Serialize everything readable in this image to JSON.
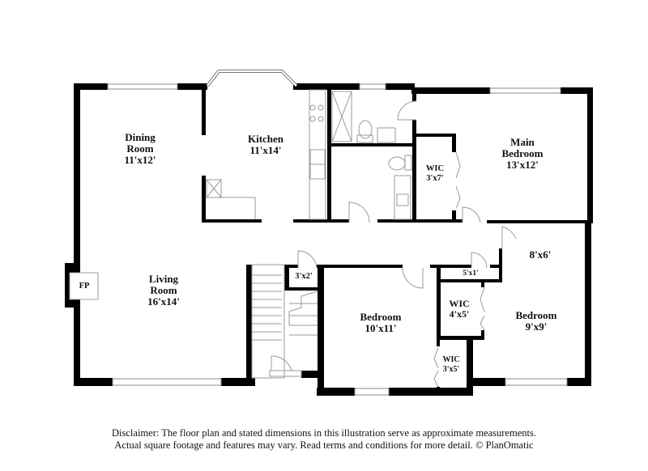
{
  "rooms": {
    "dining": {
      "name": "Dining Room",
      "name1": "Dining",
      "name2": "Room",
      "dims": "11'x12'"
    },
    "kitchen": {
      "name": "Kitchen",
      "dims": "11'x14'"
    },
    "main_bedroom": {
      "name1": "Main",
      "name2": "Bedroom",
      "dims": "13'x12'"
    },
    "wic_main": {
      "name": "WIC",
      "dims": "3'x7'"
    },
    "hall": {
      "dims": "8'x6'"
    },
    "closet_hall": {
      "dims": "5'x1'"
    },
    "closet_stairs": {
      "dims": "3'x2'"
    },
    "living": {
      "name1": "Living",
      "name2": "Room",
      "dims": "16'x14'"
    },
    "fireplace": {
      "name": "FP"
    },
    "bedroom_a": {
      "name": "Bedroom",
      "dims": "10'x11'"
    },
    "wic_b": {
      "name": "WIC",
      "dims": "4'x5'"
    },
    "bedroom_b": {
      "name": "Bedroom",
      "dims": "9'x9'"
    },
    "wic_a": {
      "name": "WIC",
      "dims": "3'x5'"
    }
  },
  "colors": {
    "wall": "#000000",
    "fixture": "#9a9a9a"
  },
  "disclaimer": {
    "line1": "Disclaimer: The floor plan and stated dimensions in this illustration serve as approximate measurements.",
    "line2": "Actual square footage and features may vary. Read terms and conditions for more detail. © PlanOmatic"
  }
}
